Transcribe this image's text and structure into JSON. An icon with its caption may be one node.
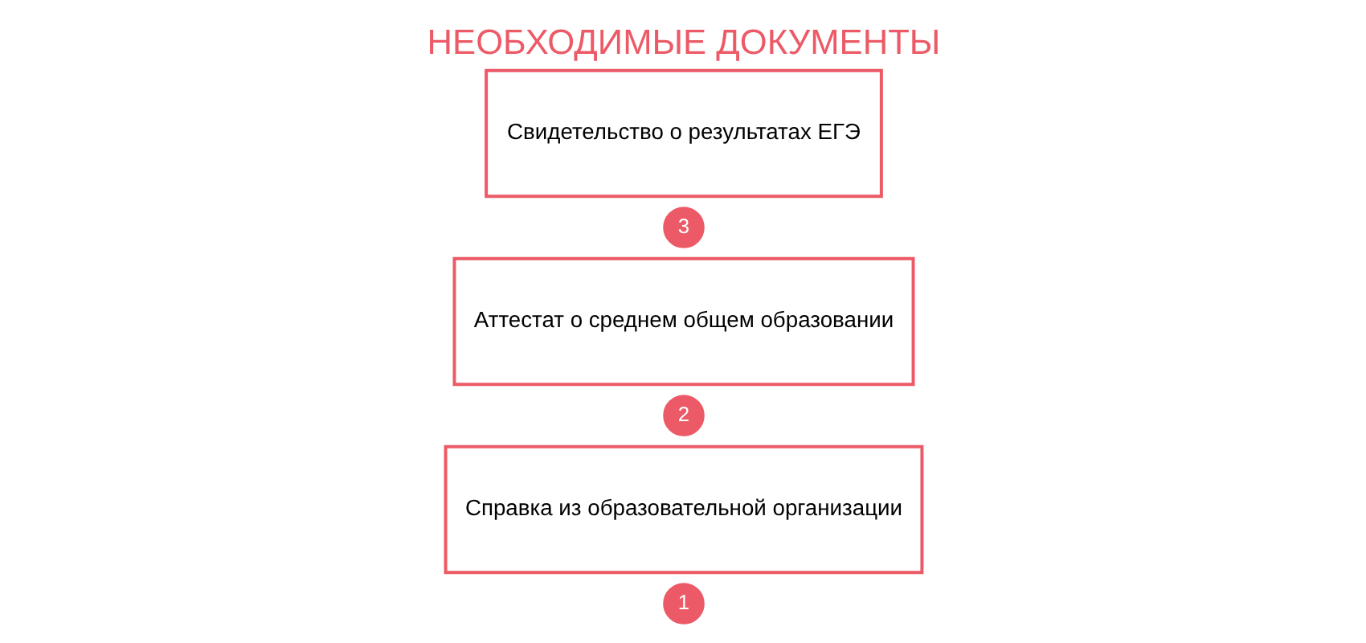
{
  "diagram": {
    "title": "НЕОБХОДИМЫЕ ДОКУМЕНТЫ",
    "nodes": [
      {
        "text": [
          "1"
        ]
      },
      {
        "text": [
          "Справка из образовательной организации"
        ]
      },
      {
        "text": [
          "2"
        ]
      },
      {
        "text": [
          "Аттестат о среднем общем образовании"
        ]
      },
      {
        "text": [
          "3"
        ]
      },
      {
        "text": [
          "Свидетельство о результатах ЕГЭ"
        ]
      }
    ],
    "edges": []
  }
}
